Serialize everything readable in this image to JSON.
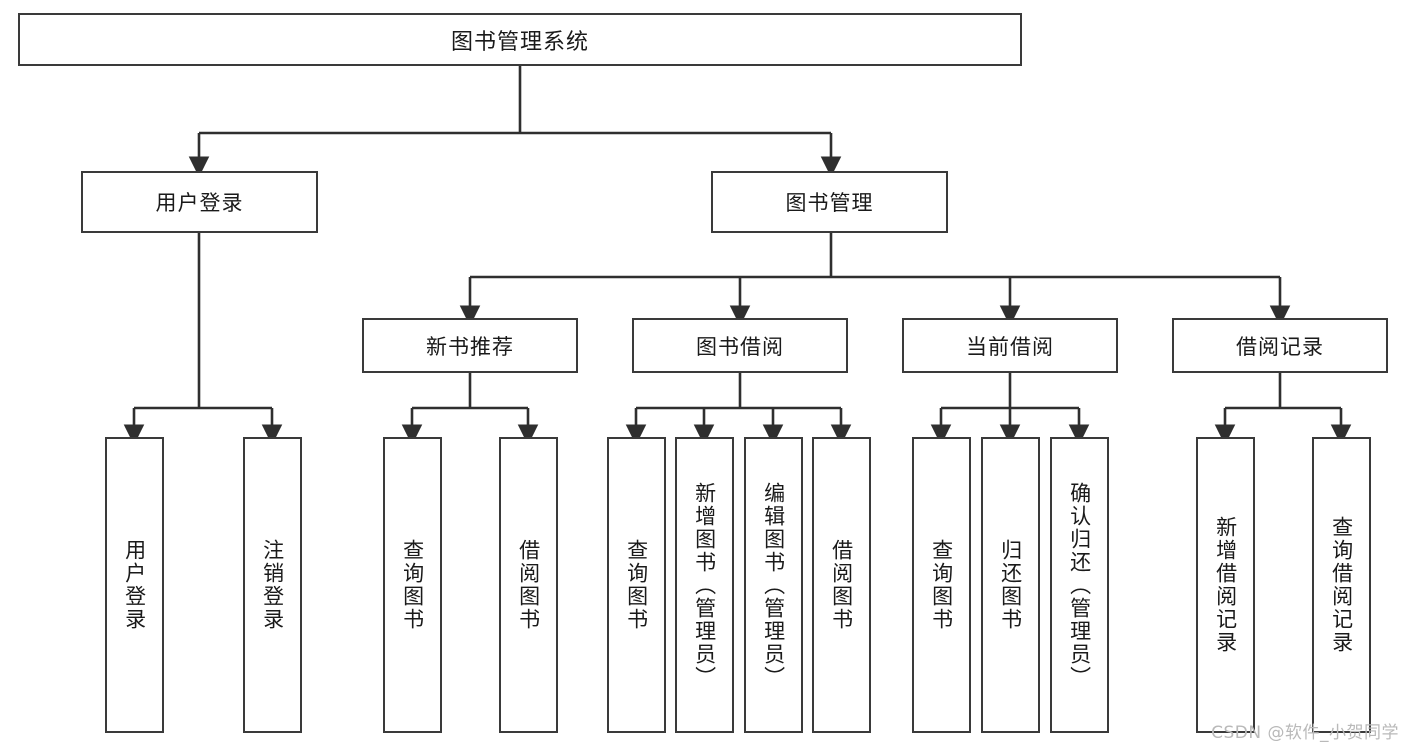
{
  "diagram": {
    "title": "图书管理系统",
    "type": "tree-hierarchy",
    "watermark": "CSDN @软件_小贺同学",
    "colors": {
      "box_border": "#3a3a3a",
      "box_fill": "#ffffff",
      "edge": "#2f2f2f",
      "text": "#1a1a1a",
      "watermark": "#b9b9b9"
    },
    "nodes": {
      "root": {
        "label": "图书管理系统"
      },
      "level2": [
        {
          "id": "user-login",
          "label": "用户登录"
        },
        {
          "id": "book-management",
          "label": "图书管理"
        }
      ],
      "level3": [
        {
          "id": "new-book-recommend",
          "label": "新书推荐"
        },
        {
          "id": "book-borrow",
          "label": "图书借阅"
        },
        {
          "id": "current-borrow",
          "label": "当前借阅"
        },
        {
          "id": "borrow-record",
          "label": "借阅记录"
        }
      ],
      "leaves": {
        "user_login": [
          {
            "id": "leaf-user-login",
            "label": "用户登录"
          },
          {
            "id": "leaf-logout-login",
            "label": "注销登录"
          }
        ],
        "new_book_recommend": [
          {
            "id": "leaf-query-book-1",
            "label": "查询图书"
          },
          {
            "id": "leaf-borrow-book-1",
            "label": "借阅图书"
          }
        ],
        "book_borrow": [
          {
            "id": "leaf-query-book-2",
            "label": "查询图书"
          },
          {
            "id": "leaf-add-book",
            "label": "新增图书（管理员）"
          },
          {
            "id": "leaf-edit-book",
            "label": "编辑图书（管理员）"
          },
          {
            "id": "leaf-borrow-book-2",
            "label": "借阅图书"
          }
        ],
        "current_borrow": [
          {
            "id": "leaf-query-book-3",
            "label": "查询图书"
          },
          {
            "id": "leaf-return-book",
            "label": "归还图书"
          },
          {
            "id": "leaf-confirm-return",
            "label": "确认归还（管理员）"
          }
        ],
        "borrow_record": [
          {
            "id": "leaf-add-record",
            "label": "新增借阅记录"
          },
          {
            "id": "leaf-query-record",
            "label": "查询借阅记录"
          }
        ]
      }
    }
  }
}
